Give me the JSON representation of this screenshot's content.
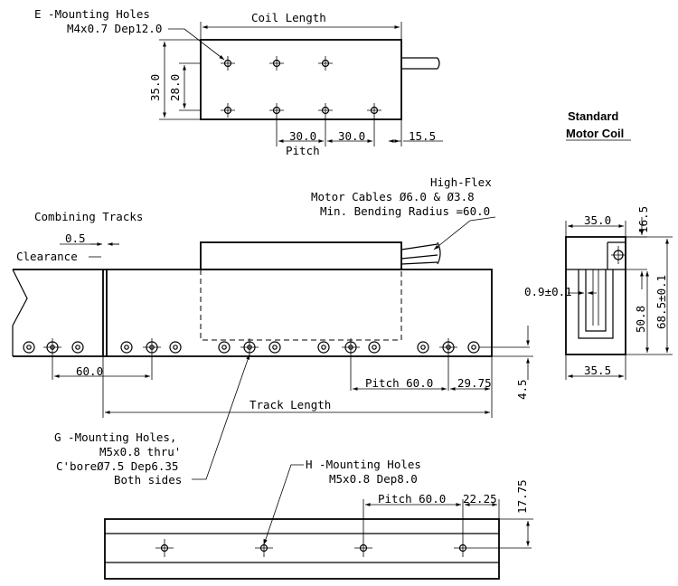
{
  "top_view": {
    "e_holes_title": "E -Mounting Holes",
    "e_holes_spec": "M4x0.7 Dep12.0",
    "coil_length": "Coil Length",
    "dim_35": "35.0",
    "dim_28": "28.0",
    "pitch_1": "30.0",
    "pitch_2": "30.0",
    "end_offset": "15.5",
    "pitch_label": "Pitch"
  },
  "standard_coil": {
    "line1": "Standard",
    "line2": "Motor Coil"
  },
  "cables": {
    "line1": "High-Flex",
    "line2": "Motor Cables Ø6.0 & Ø3.8",
    "line3": "Min. Bending Radius =60.0"
  },
  "track_view": {
    "combining": "Combining Tracks",
    "gap": "0.5",
    "clearance": "Clearance",
    "pitch_left": "60.0",
    "pitch_right": "Pitch 60.0",
    "end_offset": "29.75",
    "track_length": "Track Length",
    "height_offset": "4.5"
  },
  "end_view": {
    "width_top": "35.0",
    "height_top": "16.5",
    "gap": "0.9±0.1",
    "height_mid": "50.8",
    "height_total": "68.5±0.1",
    "width_bottom": "35.5"
  },
  "g_holes": {
    "line1": "G -Mounting Holes,",
    "line2": "M5x0.8 thru'",
    "line3": "C'boreØ7.5 Dep6.35",
    "line4": "Both sides"
  },
  "h_holes": {
    "line1": "H -Mounting Holes",
    "line2": "M5x0.8 Dep8.0",
    "pitch": "Pitch 60.0",
    "end_offset": "22.25",
    "height": "17.75"
  }
}
